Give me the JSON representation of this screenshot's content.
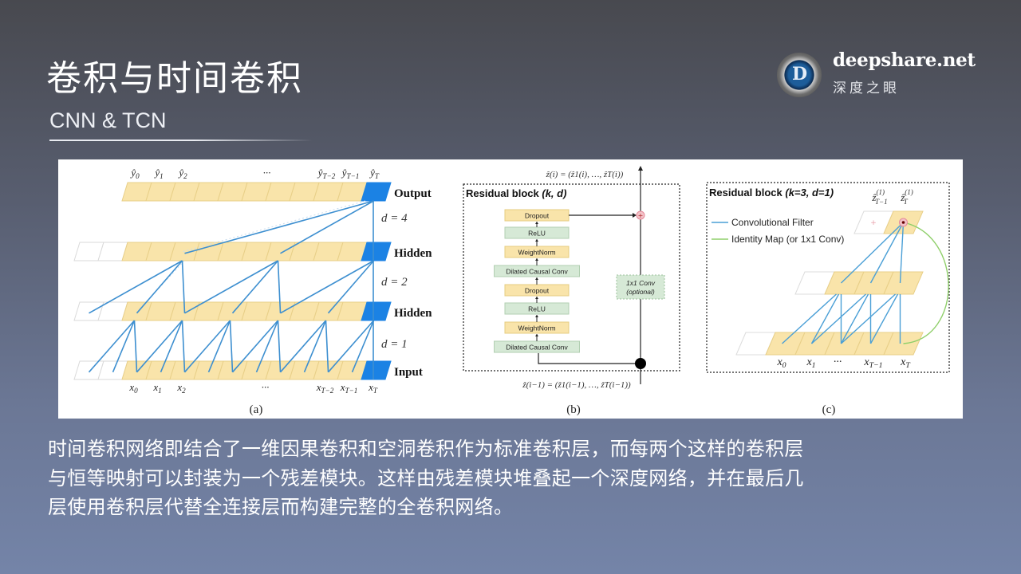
{
  "slide": {
    "title": "卷积与时间卷积",
    "subtitle": "CNN & TCN"
  },
  "logo": {
    "letter": "D",
    "name": "deepshare.net",
    "tagline": "深度之眼"
  },
  "figure": {
    "panel_a": {
      "caption": "(a)",
      "layer_labels": [
        "Output",
        "Hidden",
        "Hidden",
        "Input"
      ],
      "dilation_labels": [
        "d = 4",
        "d = 2",
        "d = 1"
      ],
      "output_labels": [
        {
          "base": "ŷ",
          "sub": "0"
        },
        {
          "base": "ŷ",
          "sub": "1"
        },
        {
          "base": "ŷ",
          "sub": "2"
        },
        {
          "base": "···",
          "sub": ""
        },
        {
          "base": "ŷ",
          "sub": "T−2"
        },
        {
          "base": "ŷ",
          "sub": "T−1"
        },
        {
          "base": "ŷ",
          "sub": "T"
        }
      ],
      "input_labels": [
        {
          "base": "x",
          "sub": "0"
        },
        {
          "base": "x",
          "sub": "1"
        },
        {
          "base": "x",
          "sub": "2"
        },
        {
          "base": "···",
          "sub": ""
        },
        {
          "base": "x",
          "sub": "T−2"
        },
        {
          "base": "x",
          "sub": "T−1"
        },
        {
          "base": "x",
          "sub": "T"
        }
      ]
    },
    "panel_b": {
      "caption": "(b)",
      "title": "Residual block ",
      "title_params": "(k, d)",
      "layers_top_to_bottom": [
        "Dropout",
        "ReLU",
        "WeightNorm",
        "Dilated Causal Conv",
        "Dropout",
        "ReLU",
        "WeightNorm",
        "Dilated Causal Conv"
      ],
      "skip_box_line1": "1x1 Conv",
      "skip_box_line2": "(optional)",
      "output_eq": "ẑ(i) = (ẑ1(i), …, ẑT(i))",
      "input_eq": "ẑ(i−1) = (ẑ1(i−1), …, ẑT(i−1))"
    },
    "panel_c": {
      "caption": "(c)",
      "title": "Residual block ",
      "title_params": "(k=3, d=1)",
      "legend": [
        {
          "label": "Convolutional Filter",
          "color": "#4a9fd6"
        },
        {
          "label": "Identity Map (or 1x1 Conv)",
          "color": "#8fcf6a"
        }
      ],
      "top_labels": [
        {
          "base": "ẑ",
          "sup": "(1)",
          "sub": "T−1"
        },
        {
          "base": "ẑ",
          "sup": "(1)",
          "sub": "T"
        }
      ],
      "input_labels": [
        {
          "base": "x",
          "sub": "0"
        },
        {
          "base": "x",
          "sub": "1"
        },
        {
          "base": "···",
          "sub": ""
        },
        {
          "base": "x",
          "sub": "T−1"
        },
        {
          "base": "x",
          "sub": "T"
        }
      ]
    },
    "colors": {
      "cell_fill": "#f9e4aa",
      "active_cell": "#1b82e4",
      "filter_line": "#3d8fd0",
      "norm_block": "#d6e9d6",
      "residual_add": "#e58a9a"
    }
  },
  "body": {
    "lines": [
      "时间卷积网络即结合了一维因果卷积和空洞卷积作为标准卷积层，而每两个这样的卷积层",
      "与恒等映射可以封装为一个残差模块。这样由残差模块堆叠起一个深度网络，并在最后几",
      "层使用卷积层代替全连接层而构建完整的全卷积网络。"
    ]
  }
}
